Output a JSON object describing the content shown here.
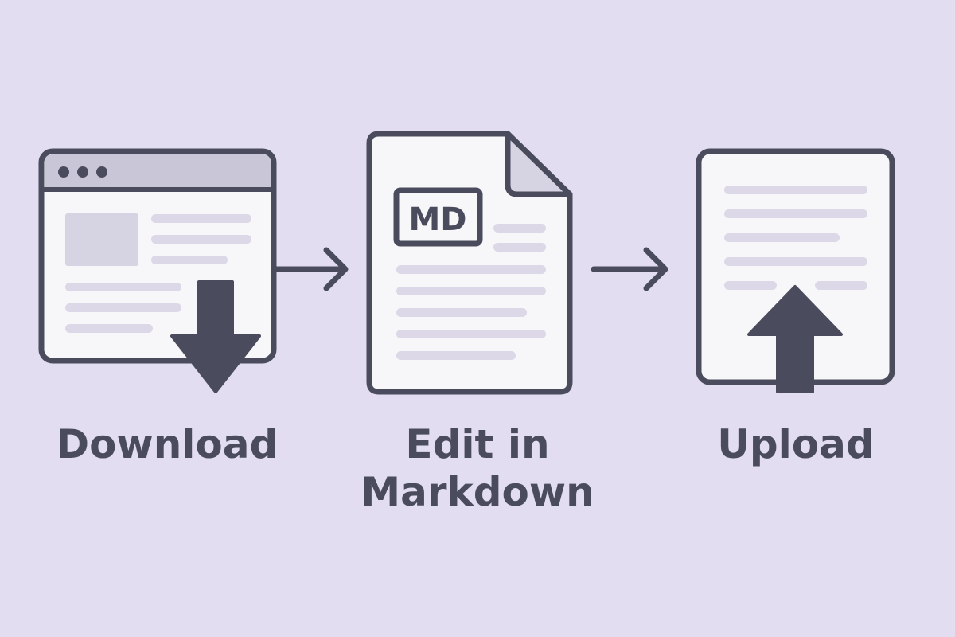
{
  "steps": {
    "download": {
      "label": "Download",
      "icon": "browser-download-icon"
    },
    "edit": {
      "label": "Edit in Markdown",
      "badge": "MD",
      "icon": "markdown-document-icon"
    },
    "upload": {
      "label": "Upload",
      "icon": "document-upload-icon"
    }
  },
  "colors": {
    "background": "#e3ddf2",
    "ink": "#4a4c5e",
    "paper": "#f7f7f9",
    "line": "#dcd8e7"
  }
}
